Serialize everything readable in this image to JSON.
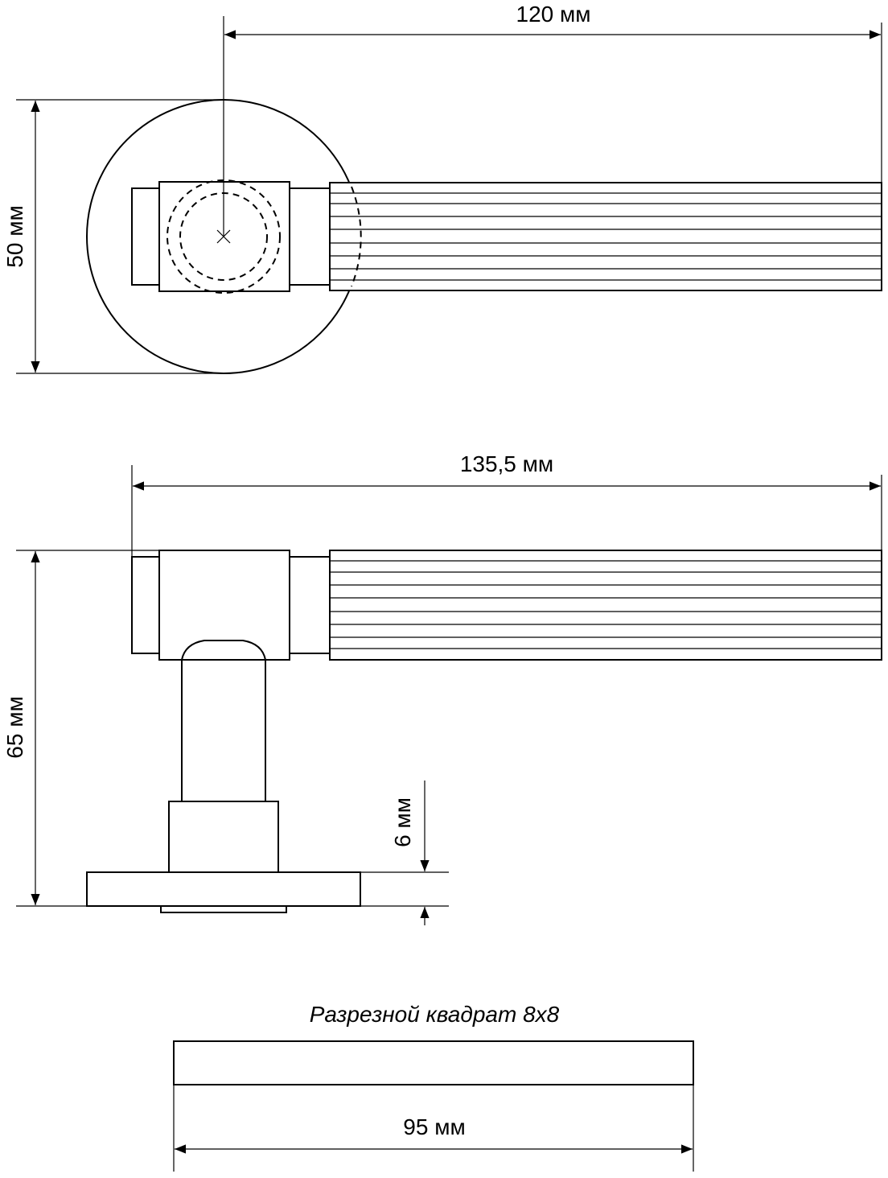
{
  "top_view": {
    "width_label": "120 мм",
    "height_label": "50 мм"
  },
  "side_view": {
    "width_label": "135,5 мм",
    "height_label": "65 мм",
    "rosette_label": "6 мм"
  },
  "spindle": {
    "title": "Разрезной квадрат 8x8",
    "length_label": "95 мм"
  }
}
